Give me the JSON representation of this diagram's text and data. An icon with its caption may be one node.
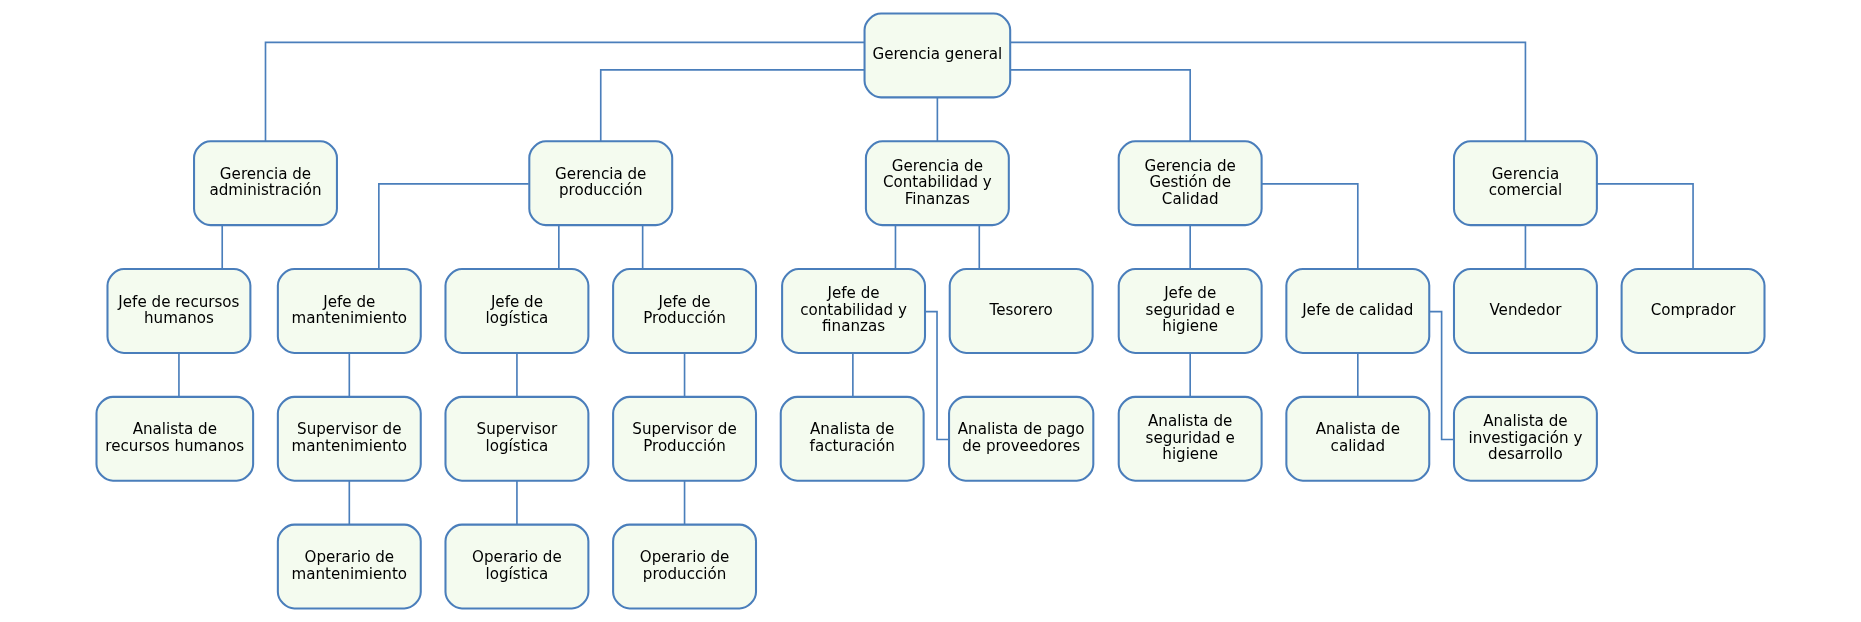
{
  "diagram": {
    "nodes": [
      {
        "text": [
          "Gerencia general"
        ]
      },
      {
        "text": [
          "Gerencia de administración"
        ]
      },
      {
        "text": [
          "Gerencia de producción"
        ]
      },
      {
        "text": [
          "Gerencia de Contabilidad y Finanzas"
        ]
      },
      {
        "text": [
          "Gerencia de Gestión de Calidad"
        ]
      },
      {
        "text": [
          "Gerencia comercial"
        ]
      },
      {
        "text": [
          "Jefe de recursos humanos"
        ]
      },
      {
        "text": [
          "Jefe de mantenimiento"
        ]
      },
      {
        "text": [
          "Jefe de logística"
        ]
      },
      {
        "text": [
          "Jefe de Producción"
        ]
      },
      {
        "text": [
          "Jefe de contabilidad y finanzas"
        ]
      },
      {
        "text": [
          "Tesorero"
        ]
      },
      {
        "text": [
          "Jefe de seguridad e higiene"
        ]
      },
      {
        "text": [
          "Jefe de calidad"
        ]
      },
      {
        "text": [
          "Vendedor"
        ]
      },
      {
        "text": [
          "Comprador"
        ]
      },
      {
        "text": [
          "Analista de recursos humanos"
        ]
      },
      {
        "text": [
          "Supervisor de mantenimiento"
        ]
      },
      {
        "text": [
          "Supervisor logística"
        ]
      },
      {
        "text": [
          "Supervisor de Producción"
        ]
      },
      {
        "text": [
          "Analista de facturación"
        ]
      },
      {
        "text": [
          "Analista de pago de proveedores"
        ]
      },
      {
        "text": [
          "Analista de seguridad e higiene"
        ]
      },
      {
        "text": [
          "Analista de calidad"
        ]
      },
      {
        "text": [
          "Analista de investigación y desarrollo"
        ]
      },
      {
        "text": [
          "Operario de mantenimiento"
        ]
      },
      {
        "text": [
          "Operario de logística"
        ]
      },
      {
        "text": [
          "Operario de producción"
        ]
      }
    ],
    "edges": [
      {
        "from": 0,
        "to": 1,
        "arrow": "none"
      },
      {
        "from": 0,
        "to": 2,
        "arrow": "none"
      },
      {
        "from": 0,
        "to": 3,
        "arrow": "none"
      },
      {
        "from": 0,
        "to": 4,
        "arrow": "none"
      },
      {
        "from": 0,
        "to": 5,
        "arrow": "none"
      },
      {
        "from": 1,
        "to": 6,
        "arrow": "none"
      },
      {
        "from": 2,
        "to": 7,
        "arrow": "none"
      },
      {
        "from": 2,
        "to": 8,
        "arrow": "none"
      },
      {
        "from": 2,
        "to": 9,
        "arrow": "none"
      },
      {
        "from": 3,
        "to": 10,
        "arrow": "none"
      },
      {
        "from": 3,
        "to": 11,
        "arrow": "none"
      },
      {
        "from": 4,
        "to": 12,
        "arrow": "none"
      },
      {
        "from": 4,
        "to": 13,
        "arrow": "none"
      },
      {
        "from": 5,
        "to": 14,
        "arrow": "none"
      },
      {
        "from": 5,
        "to": 15,
        "arrow": "none"
      },
      {
        "from": 6,
        "to": 16,
        "arrow": "none"
      },
      {
        "from": 7,
        "to": 17,
        "arrow": "none"
      },
      {
        "from": 8,
        "to": 18,
        "arrow": "none"
      },
      {
        "from": 9,
        "to": 19,
        "arrow": "none"
      },
      {
        "from": 10,
        "to": 20,
        "arrow": "none"
      },
      {
        "from": 10,
        "to": 21,
        "arrow": "none"
      },
      {
        "from": 12,
        "to": 22,
        "arrow": "none"
      },
      {
        "from": 13,
        "to": 23,
        "arrow": "none"
      },
      {
        "from": 13,
        "to": 24,
        "arrow": "none"
      },
      {
        "from": 17,
        "to": 25,
        "arrow": "none"
      },
      {
        "from": 18,
        "to": 26,
        "arrow": "none"
      },
      {
        "from": 19,
        "to": 27,
        "arrow": "none"
      }
    ]
  }
}
